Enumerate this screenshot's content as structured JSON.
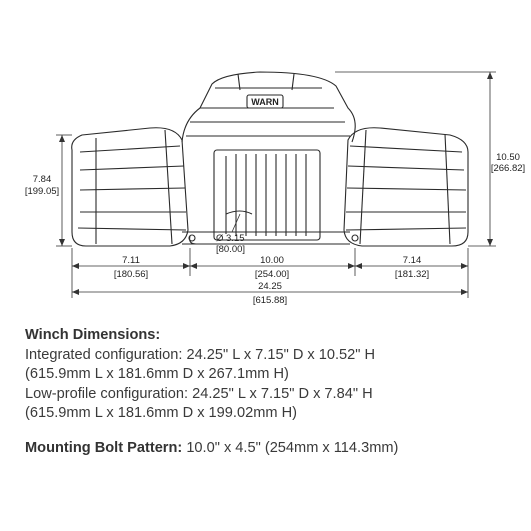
{
  "diagram": {
    "logo_text": "WARN",
    "dims": {
      "height_low_in": "7.84",
      "height_low_mm": "[199.05]",
      "height_int_in": "10.50",
      "height_int_mm": "[266.82]",
      "drum_dia_in": "Ø 3.15",
      "drum_dia_mm": "[80.00]",
      "left_in": "7.11",
      "left_mm": "[180.56]",
      "center_in": "10.00",
      "center_mm": "[254.00]",
      "right_in": "7.14",
      "right_mm": "[181.32]",
      "overall_in": "24.25",
      "overall_mm": "[615.88]"
    }
  },
  "specs": {
    "heading": "Winch Dimensions:",
    "lines": [
      "Integrated configuration: 24.25\" L x 7.15\" D x 10.52\" H",
      "(615.9mm L x 181.6mm D x 267.1mm H)",
      "Low-profile configuration: 24.25\" L x 7.15\" D x 7.84\" H",
      "(615.9mm L x 181.6mm D x 199.02mm H)"
    ]
  },
  "bolt": {
    "label": "Mounting Bolt Pattern:",
    "value": " 10.0\" x 4.5\" (254mm x 114.3mm)"
  }
}
